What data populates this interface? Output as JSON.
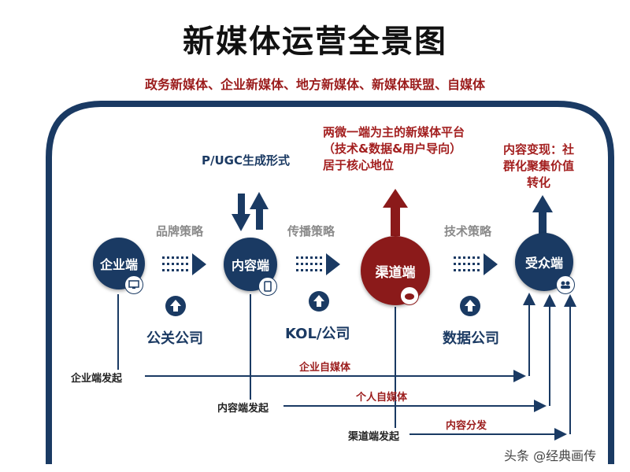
{
  "title": "新媒体运营全景图",
  "subtitle": "政务新媒体、企业新媒体、地方新媒体、新媒体联盟、自媒体",
  "pugc_label": "P/UGC生成形式",
  "channel_note": "两微一端为主的新媒体平台（技术&数据&用户导向）居于核心地位",
  "monetize_note": "内容变现：社群化聚集价值转化",
  "nodes": {
    "enterprise": "企业端",
    "content": "内容端",
    "channel": "渠道端",
    "audience": "受众端"
  },
  "strategies": {
    "brand": "品牌策略",
    "spread": "传播策略",
    "tech": "技术策略"
  },
  "companies": {
    "pr": "公关公司",
    "kol": "KOL/公司",
    "data": "数据公司"
  },
  "initiators": {
    "enterprise": "企业端发起",
    "content": "内容端发起",
    "channel": "渠道端发起"
  },
  "flows": {
    "enterprise_media": "企业自媒体",
    "personal_media": "个人自媒体",
    "distribution": "内容分发"
  },
  "watermark": "头条 @经典画传",
  "colors": {
    "navy": "#1a3a63",
    "darkred": "#8b1a1a",
    "subtitle_red": "#9b1c1c",
    "gray": "#8a8a8a"
  }
}
